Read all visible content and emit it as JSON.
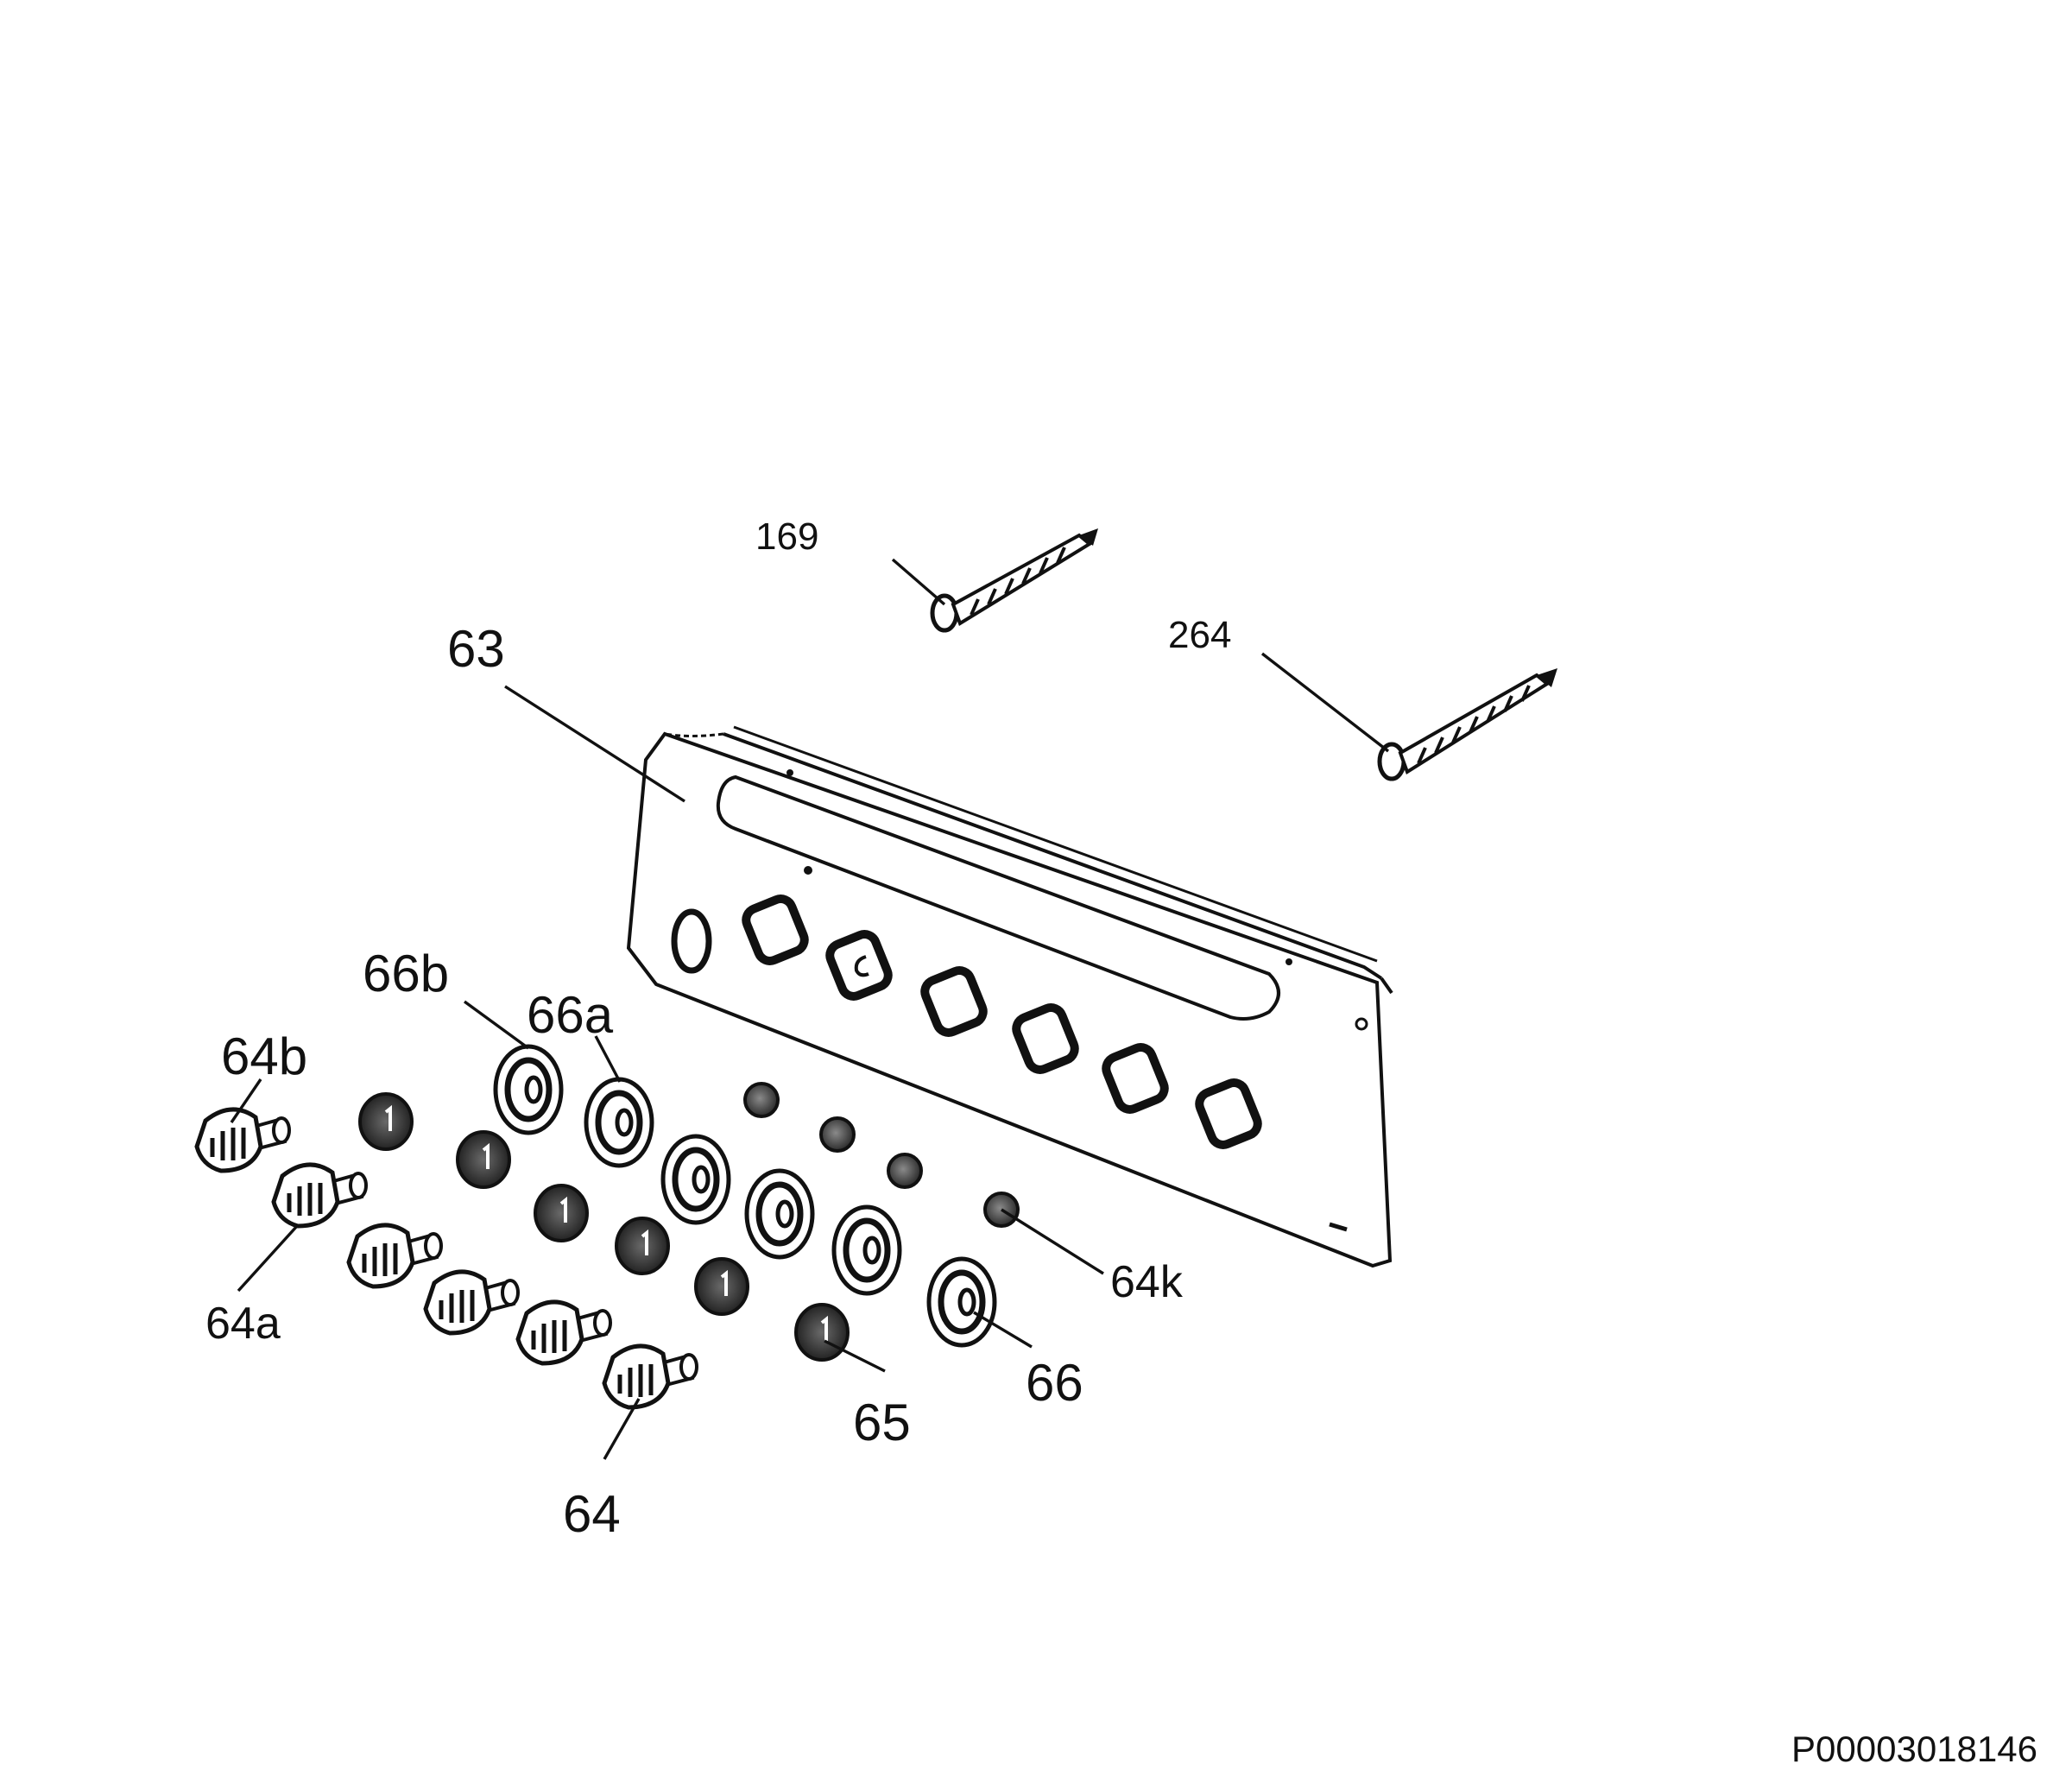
{
  "diagram": {
    "callouts": {
      "c169": "169",
      "c264": "264",
      "c63": "63",
      "c66b": "66b",
      "c66a": "66a",
      "c64b": "64b",
      "c64a": "64a",
      "c64k": "64k",
      "c66": "66",
      "c65": "65",
      "c64": "64"
    },
    "document_id": "P00003018146"
  }
}
